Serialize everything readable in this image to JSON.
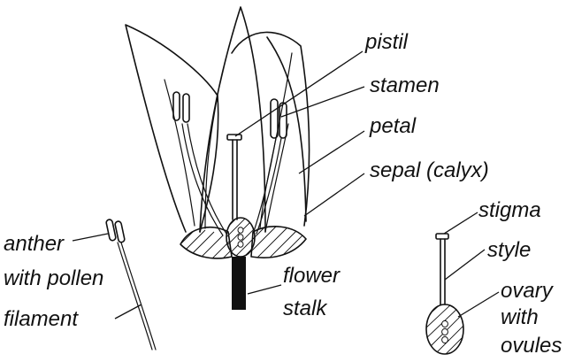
{
  "labels": {
    "pistil": "pistil",
    "stamen": "stamen",
    "petal": "petal",
    "sepal": "sepal (calyx)",
    "stigma": "stigma",
    "style": "style",
    "ovary_line1": "ovary",
    "ovary_line2": "with",
    "ovary_line3": "ovules",
    "anther_line1": "anther",
    "anther_line2": "with pollen",
    "filament": "filament",
    "flower_stalk_line1": "flower",
    "flower_stalk_line2": "stalk"
  },
  "colors": {
    "ink": "#111111",
    "background": "#ffffff"
  }
}
